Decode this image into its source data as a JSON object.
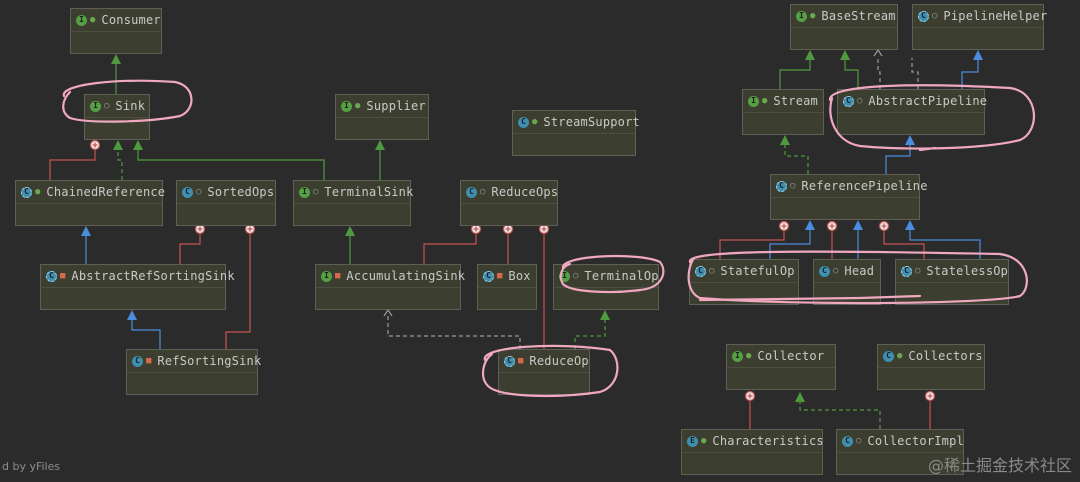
{
  "diagram": {
    "nodes": [
      {
        "id": "consumer",
        "name": "Consumer",
        "kind": "interface",
        "visibility": "public"
      },
      {
        "id": "sink",
        "name": "Sink",
        "kind": "interface",
        "visibility": "package"
      },
      {
        "id": "supplier",
        "name": "Supplier",
        "kind": "interface",
        "visibility": "public"
      },
      {
        "id": "streamsupport",
        "name": "StreamSupport",
        "kind": "class",
        "visibility": "public"
      },
      {
        "id": "chainedref",
        "name": "ChainedReference",
        "kind": "abstract",
        "visibility": "public"
      },
      {
        "id": "sortedops",
        "name": "SortedOps",
        "kind": "class",
        "visibility": "package"
      },
      {
        "id": "terminalsink",
        "name": "TerminalSink",
        "kind": "interface",
        "visibility": "package"
      },
      {
        "id": "reduceops",
        "name": "ReduceOps",
        "kind": "class",
        "visibility": "package"
      },
      {
        "id": "abstractrefsortingsink",
        "name": "AbstractRefSortingSink",
        "kind": "abstract",
        "visibility": "private"
      },
      {
        "id": "accumulatingsink",
        "name": "AccumulatingSink",
        "kind": "interface",
        "visibility": "private"
      },
      {
        "id": "box",
        "name": "Box",
        "kind": "abstract",
        "visibility": "private"
      },
      {
        "id": "terminalop",
        "name": "TerminalOp",
        "kind": "interface",
        "visibility": "package"
      },
      {
        "id": "refsortingsink",
        "name": "RefSortingSink",
        "kind": "class",
        "visibility": "private"
      },
      {
        "id": "reduceop",
        "name": "ReduceOp",
        "kind": "abstract",
        "visibility": "private"
      },
      {
        "id": "basestream",
        "name": "BaseStream",
        "kind": "interface",
        "visibility": "public"
      },
      {
        "id": "pipelinehelper",
        "name": "PipelineHelper",
        "kind": "abstract",
        "visibility": "package"
      },
      {
        "id": "stream",
        "name": "Stream",
        "kind": "interface",
        "visibility": "public"
      },
      {
        "id": "abstractpipeline",
        "name": "AbstractPipeline",
        "kind": "abstract",
        "visibility": "package"
      },
      {
        "id": "referencepipeline",
        "name": "ReferencePipeline",
        "kind": "abstract",
        "visibility": "package"
      },
      {
        "id": "statefulop",
        "name": "StatefulOp",
        "kind": "abstract",
        "visibility": "package"
      },
      {
        "id": "head",
        "name": "Head",
        "kind": "class",
        "visibility": "package"
      },
      {
        "id": "statelessop",
        "name": "StatelessOp",
        "kind": "abstract",
        "visibility": "package"
      },
      {
        "id": "collector",
        "name": "Collector",
        "kind": "interface",
        "visibility": "public"
      },
      {
        "id": "collectors",
        "name": "Collectors",
        "kind": "class",
        "visibility": "public"
      },
      {
        "id": "characteristics",
        "name": "Characteristics",
        "kind": "enum",
        "visibility": "public"
      },
      {
        "id": "collectorimpl",
        "name": "CollectorImpl",
        "kind": "class",
        "visibility": "package"
      }
    ],
    "edges": [
      {
        "from": "sink",
        "to": "consumer",
        "type": "extends"
      },
      {
        "from": "chainedref",
        "to": "sink",
        "type": "inner"
      },
      {
        "from": "chainedref",
        "to": "sink",
        "type": "implements"
      },
      {
        "from": "terminalsink",
        "to": "sink",
        "type": "extends"
      },
      {
        "from": "terminalsink",
        "to": "supplier",
        "type": "extends"
      },
      {
        "from": "abstractrefsortingsink",
        "to": "chainedref",
        "type": "extends"
      },
      {
        "from": "abstractrefsortingsink",
        "to": "sortedops",
        "type": "inner"
      },
      {
        "from": "refsortingsink",
        "to": "abstractrefsortingsink",
        "type": "extends"
      },
      {
        "from": "refsortingsink",
        "to": "sortedops",
        "type": "inner"
      },
      {
        "from": "accumulatingsink",
        "to": "terminalsink",
        "type": "extends"
      },
      {
        "from": "accumulatingsink",
        "to": "reduceops",
        "type": "inner"
      },
      {
        "from": "box",
        "to": "reduceops",
        "type": "inner"
      },
      {
        "from": "reduceop",
        "to": "reduceops",
        "type": "inner"
      },
      {
        "from": "reduceop",
        "to": "accumulatingsink",
        "type": "uses"
      },
      {
        "from": "reduceop",
        "to": "terminalop",
        "type": "implements"
      },
      {
        "from": "stream",
        "to": "basestream",
        "type": "extends"
      },
      {
        "from": "abstractpipeline",
        "to": "basestream",
        "type": "implements"
      },
      {
        "from": "abstractpipeline",
        "to": "basestream",
        "type": "uses"
      },
      {
        "from": "abstractpipeline",
        "to": "pipelinehelper",
        "type": "extends"
      },
      {
        "from": "referencepipeline",
        "to": "abstractpipeline",
        "type": "extends"
      },
      {
        "from": "referencepipeline",
        "to": "stream",
        "type": "implements"
      },
      {
        "from": "statefulop",
        "to": "referencepipeline",
        "type": "extends"
      },
      {
        "from": "statefulop",
        "to": "referencepipeline",
        "type": "inner"
      },
      {
        "from": "head",
        "to": "referencepipeline",
        "type": "extends"
      },
      {
        "from": "head",
        "to": "referencepipeline",
        "type": "inner"
      },
      {
        "from": "statelessop",
        "to": "referencepipeline",
        "type": "extends"
      },
      {
        "from": "statelessop",
        "to": "referencepipeline",
        "type": "inner"
      },
      {
        "from": "characteristics",
        "to": "collector",
        "type": "inner"
      },
      {
        "from": "collectorimpl",
        "to": "collector",
        "type": "implements"
      },
      {
        "from": "collectorimpl",
        "to": "collectors",
        "type": "inner"
      }
    ],
    "highlighted": [
      "sink",
      "abstractpipeline",
      "terminalop",
      "statefulop",
      "head",
      "statelessop",
      "reduceop"
    ]
  },
  "footer": {
    "credit": "d by yFiles",
    "watermark": "@稀土掘金技术社区"
  },
  "colors": {
    "extends": "#4a8ddc",
    "implements": "#4f9a3e",
    "inner": "#c75450",
    "uses": "#9a9a9a",
    "highlight": "#f0a8c0"
  }
}
